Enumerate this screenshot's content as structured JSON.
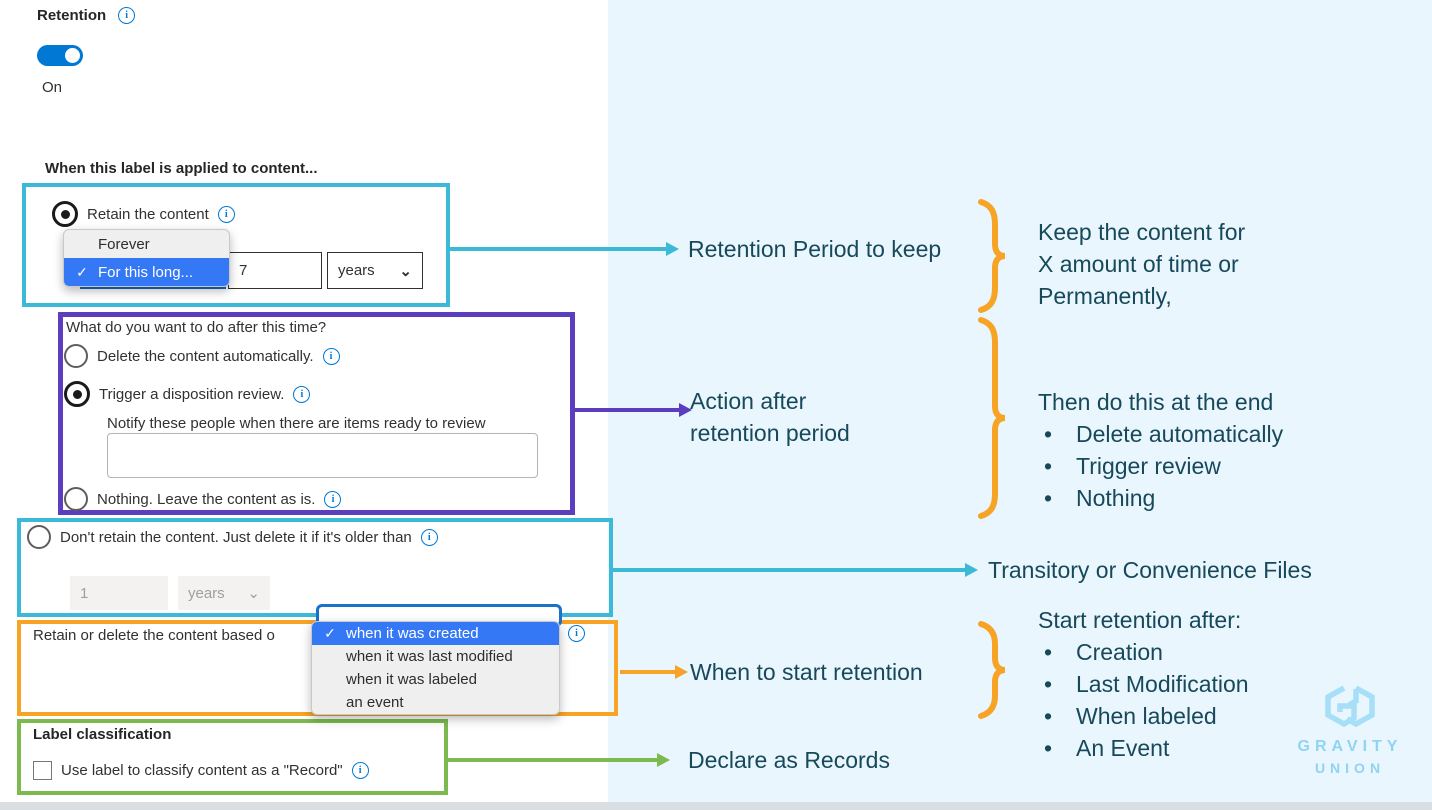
{
  "ui": {
    "retention_label": "Retention",
    "toggle_state_label": "On",
    "section_heading": "When this label is applied to content...",
    "retain": {
      "radio_label": "Retain the content",
      "menu_items": [
        "Forever",
        "For this long..."
      ],
      "menu_selected": "For this long...",
      "duration_value": "7",
      "unit_value": "years"
    },
    "after": {
      "heading": "What do you want to do after this time?",
      "option_delete": "Delete the content automatically.",
      "option_review": "Trigger a disposition review.",
      "option_nothing": "Nothing. Leave the content as is.",
      "selected_option": "Trigger a disposition review.",
      "notify_label": "Notify these people when there are items ready to review",
      "notify_value": ""
    },
    "dont_retain": {
      "radio_label": "Don't retain the content. Just delete it if it's older than",
      "duration_value": "1",
      "unit_value": "years"
    },
    "based_on": {
      "visible_label": "Retain or delete the content based o",
      "menu_items": [
        "when it was created",
        "when it was last modified",
        "when it was labeled",
        "an event"
      ],
      "menu_selected": "when it was created"
    },
    "classification": {
      "heading": "Label classification",
      "checkbox_label": "Use label to classify content as a \"Record\"",
      "checked": false
    }
  },
  "annotations": {
    "retention_period": "Retention Period to keep",
    "keep_lines": [
      "Keep the content for",
      "X amount of time or",
      "Permanently,"
    ],
    "action_lines": [
      "Action after",
      "retention period"
    ],
    "then_heading": "Then do this at the end",
    "then_bullets": [
      "Delete automatically",
      "Trigger review",
      "Nothing"
    ],
    "transitory": "Transitory or Convenience Files",
    "when_start": "When to start retention",
    "start_heading": "Start retention after:",
    "start_bullets": [
      "Creation",
      "Last Modification",
      "When labeled",
      "An Event"
    ],
    "declare": "Declare as Records"
  },
  "logo": {
    "line1": "GRAVITY",
    "line2": "UNION"
  },
  "icons": {
    "info": "i",
    "check": "✓",
    "chevron": "⌄"
  },
  "colors": {
    "cyan": "#3cb9d6",
    "purple": "#5b3dbe",
    "orange": "#f6a326",
    "green": "#7cb94f",
    "ms_blue": "#0078d4",
    "highlight_blue": "#3478f6",
    "panel_bg": "#e9f6fd",
    "annotation_text": "#17495b",
    "logo_blue": "#a6dff7"
  }
}
